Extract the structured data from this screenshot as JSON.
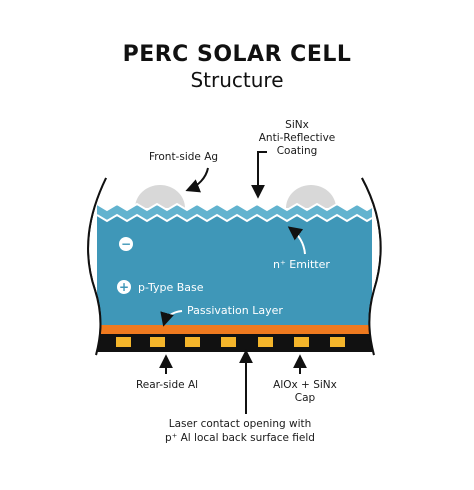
{
  "title": "PERC SOLAR CELL",
  "subtitle": "Structure",
  "labels": {
    "sinx_line1": "SiNx",
    "sinx_line2": "Anti-Reflective",
    "sinx_line3": "Coating",
    "front_ag": "Front-side Ag",
    "n_emitter": "n⁺ Emitter",
    "p_base": "p-Type Base",
    "passivation": "Passivation Layer",
    "rear_al": "Rear-side Al",
    "aiox_line1": "AlOx + SiNx",
    "aiox_line2": "Cap",
    "laser_line1": "Laser contact opening with",
    "laser_line2": "p⁺ Al local back surface field"
  },
  "symbols": {
    "minus": "−",
    "plus": "+"
  },
  "colors": {
    "silicon": "#3f97b8",
    "coating": "#62b3cf",
    "contact": "#d8d8d8",
    "passivation": "#ef7a1f",
    "rear_al": "#111111",
    "local_bsf": "#f4b52b",
    "outline": "#111111"
  }
}
